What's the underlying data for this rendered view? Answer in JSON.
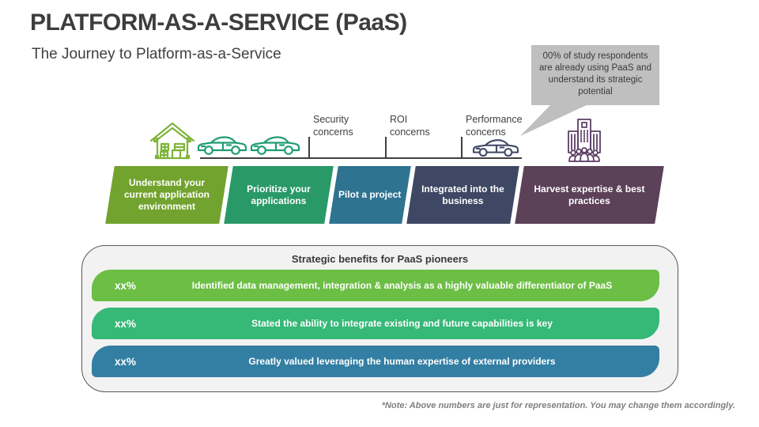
{
  "slide": {
    "title": "PLATFORM-AS-A-SERVICE (PaaS)",
    "subtitle": "The Journey to Platform-as-a-Service",
    "footnote": "*Note: Above numbers are just for representation. You may change them accordingly."
  },
  "callout": {
    "text": "00% of study respondents are already using PaaS and understand its strategic potential",
    "bg": "#BFBFBF"
  },
  "timeline": {
    "milestones": [
      {
        "label": "Security concerns"
      },
      {
        "label": "ROI concerns"
      },
      {
        "label": "Performance concerns"
      }
    ],
    "icons": [
      "house-icon",
      "car-icon",
      "car-icon",
      "car-icon-dark",
      "building-people-icon"
    ]
  },
  "stages": [
    {
      "label": "Understand your current application environment",
      "color": "#72A32E"
    },
    {
      "label": "Prioritize your applications",
      "color": "#299968"
    },
    {
      "label": "Pilot a project",
      "color": "#2E7390"
    },
    {
      "label": "Integrated into the business",
      "color": "#3E4763"
    },
    {
      "label": "Harvest expertise & best practices",
      "color": "#5C4159"
    }
  ],
  "benefits": {
    "title": "Strategic benefits for PaaS pioneers",
    "rows": [
      {
        "value": "xx%",
        "text": "Identified data management, integration & analysis as a highly valuable differentiator of PaaS",
        "color": "#6CBE44"
      },
      {
        "value": "xx%",
        "text": "Stated the ability to integrate existing and future capabilities is key",
        "color": "#36B877"
      },
      {
        "value": "xx%",
        "text": "Greatly valued leveraging the human expertise of external providers",
        "color": "#337FA3"
      }
    ]
  },
  "palette": {
    "title_text": "#3F3C3C",
    "callout_bg": "#BFBFBF",
    "house_icon": "#7FB43A",
    "car_icon": "#1F9C74",
    "car_icon_dark": "#3E4763",
    "building_icon": "#5C3F66",
    "panel_bg": "#F2F2F2",
    "panel_border": "#595959"
  }
}
